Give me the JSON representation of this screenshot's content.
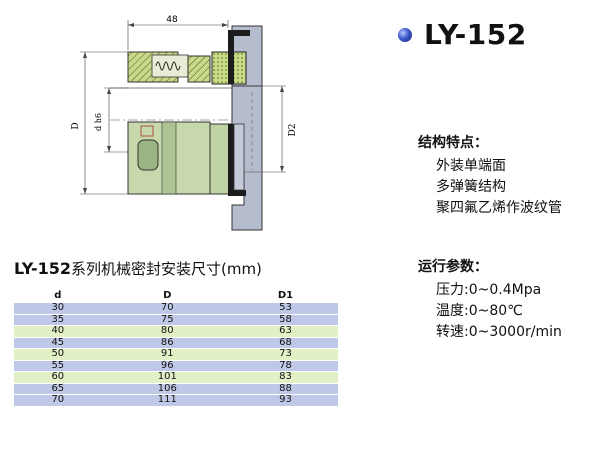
{
  "drawing": {
    "dim_top": "48",
    "dim_D": "D",
    "dim_d": "d h6",
    "dim_D2": "D2"
  },
  "title": {
    "model": "LY-152"
  },
  "features": {
    "title": "结构特点：",
    "items": [
      "外装单端面",
      "多弹簧结构",
      "聚四氟乙烯作波纹管"
    ]
  },
  "params": {
    "title": "运行参数：",
    "items": [
      "压力:0~0.4Mpa",
      "温度:0~80℃",
      "转速:0~3000r/min"
    ]
  },
  "table": {
    "title_model": "LY-152",
    "title_rest": "系列机械密封安装尺寸(mm)",
    "headers": [
      "d",
      "D",
      "D1"
    ],
    "rows": [
      [
        "30",
        "70",
        "53"
      ],
      [
        "35",
        "75",
        "58"
      ],
      [
        "40",
        "80",
        "63"
      ],
      [
        "45",
        "86",
        "68"
      ],
      [
        "50",
        "91",
        "73"
      ],
      [
        "55",
        "96",
        "78"
      ],
      [
        "60",
        "101",
        "83"
      ],
      [
        "65",
        "106",
        "88"
      ],
      [
        "70",
        "111",
        "93"
      ]
    ]
  }
}
